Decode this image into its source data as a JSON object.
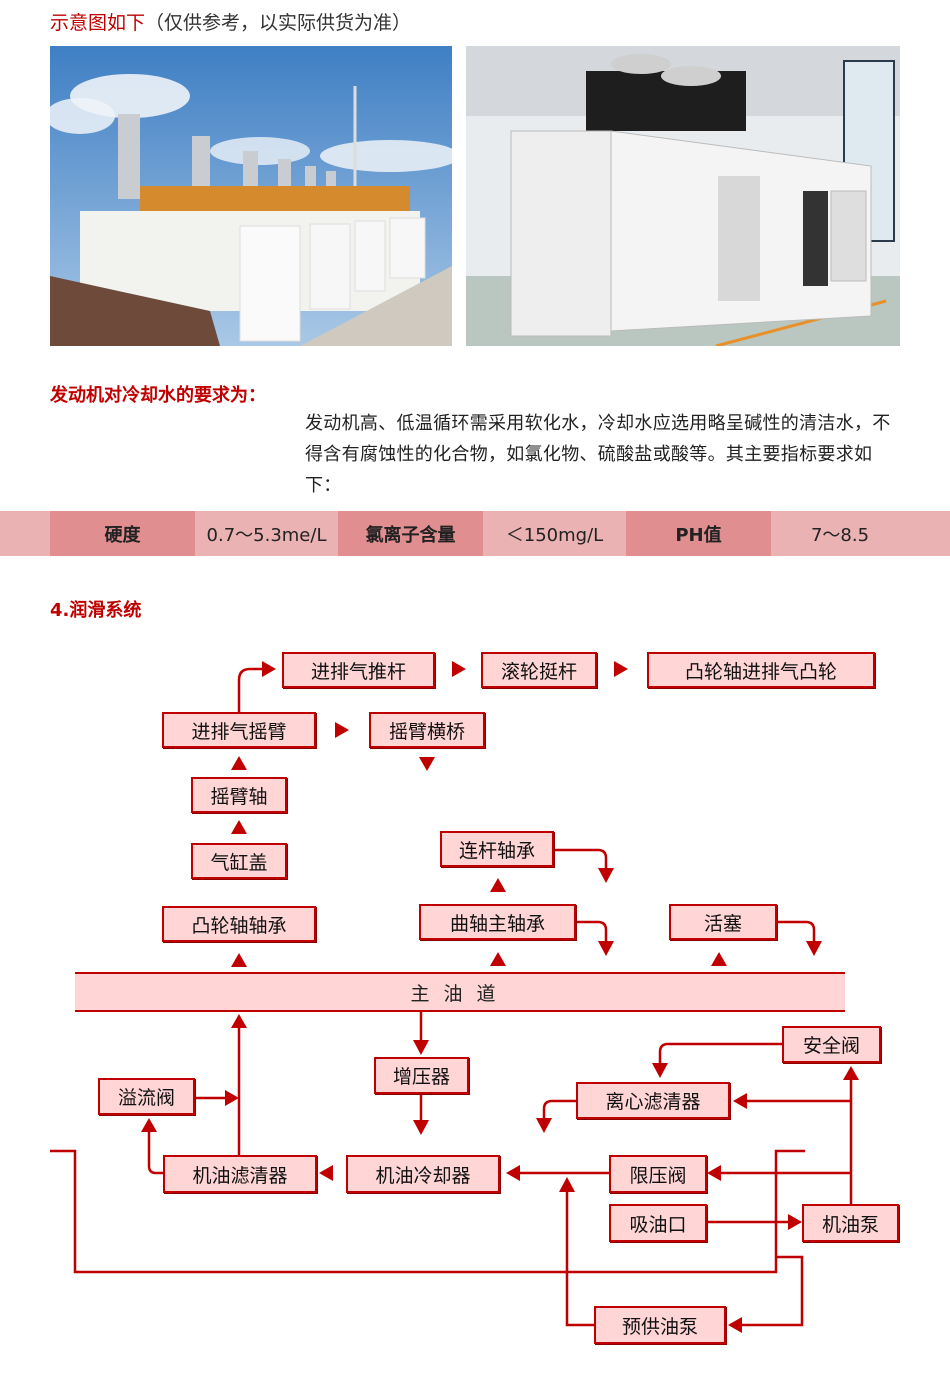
{
  "caption": {
    "highlight": "示意图如下",
    "note": "（仅供参考，以实际供货为准）"
  },
  "photos": [
    {
      "alt": "outdoor-gas-generator-units-with-exhaust-stacks"
    },
    {
      "alt": "containerized-generator-set-indoor"
    }
  ],
  "cooling_water": {
    "title": "发动机对冷却水的要求为：",
    "body": "发动机高、低温循环需采用软化水，冷却水应选用略呈碱性的清洁水，不得含有腐蚀性的化合物，如氯化物、硫酸盐或酸等。其主要指标要求如下：",
    "table": [
      {
        "label": "硬度",
        "value": "0.7～5.3me/L"
      },
      {
        "label": "氯离子含量",
        "value": "＜150mg/L"
      },
      {
        "label": "PH值",
        "value": "7～8.5"
      }
    ]
  },
  "lubrication": {
    "title": "4.润滑系统",
    "nodes": {
      "pushrod": "进排气推杆",
      "roller_tappet": "滚轮挺杆",
      "cam": "凸轮轴进排气凸轮",
      "rocker_arm": "进排气摇臂",
      "rocker_bridge": "摇臂横桥",
      "rocker_shaft": "摇臂轴",
      "cylinder_head": "气缸盖",
      "camshaft_bearing": "凸轮轴轴承",
      "conrod_bearing": "连杆轴承",
      "main_bearing": "曲轴主轴承",
      "piston": "活塞",
      "main_gallery": "主油道",
      "overflow_valve": "溢流阀",
      "turbocharger": "增压器",
      "safety_valve": "安全阀",
      "centrifugal_filter": "离心滤清器",
      "oil_filter": "机油滤清器",
      "oil_cooler": "机油冷却器",
      "pressure_limit_valve": "限压阀",
      "oil_intake": "吸油口",
      "oil_pump": "机油泵",
      "prelube_pump": "预供油泵"
    }
  }
}
